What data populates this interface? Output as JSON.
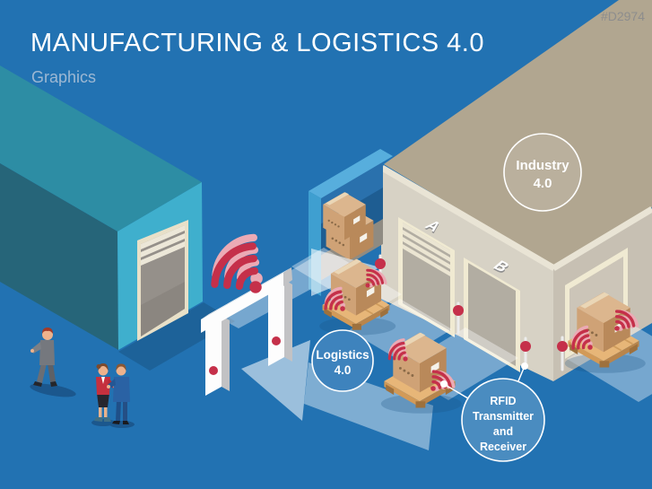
{
  "slide": {
    "title": "MANUFACTURING & LOGISTICS 4.0",
    "subtitle": "Graphics",
    "catalog_id": "#D2974"
  },
  "colors": {
    "background": "#2272b2",
    "teal_building_roof": "#2d8da4",
    "teal_building_front": "#3fafcd",
    "teal_building_side": "#266579",
    "tan_building_roof": "#b1a690",
    "tan_building_front": "#d7d2c5",
    "tan_building_side": "#c7c0b3",
    "door_frame_cream": "#f0ead2",
    "signal_red": "#c5304a",
    "signal_pink": "#ecaab5",
    "badge_blue": "#4a8cc0",
    "badge_blue_light": "#3e83bd"
  },
  "diagram": {
    "industry_badge": {
      "line1": "Industry",
      "line2": "4.0"
    },
    "logistics_badge": {
      "line1": "Logistics",
      "line2": "4.0"
    },
    "rfid_badge": {
      "line1": "RFID",
      "line2": "Transmitter",
      "line3": "and",
      "line4": "Receiver"
    },
    "dock_doors": {
      "door_a": "A",
      "door_b": "B"
    }
  }
}
